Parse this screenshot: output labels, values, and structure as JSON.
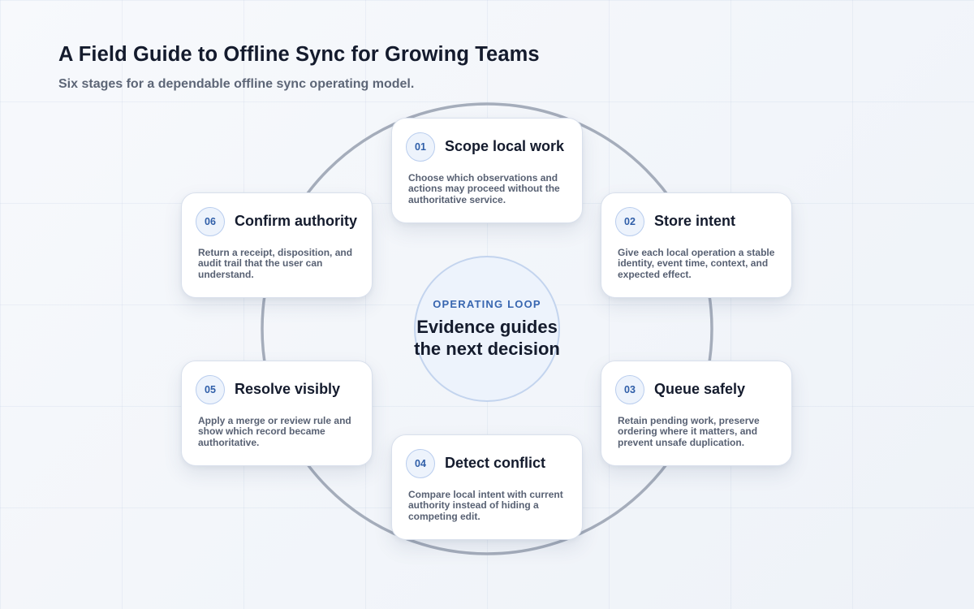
{
  "header": {
    "title": "A Field Guide to Offline Sync for Growing Teams",
    "subtitle": "Six stages for a dependable offline sync operating model."
  },
  "center": {
    "kicker": "OPERATING LOOP",
    "text": "Evidence guides the next decision"
  },
  "stages": [
    {
      "number": "01",
      "title": "Scope local work",
      "body": "Choose which observations and actions may proceed without the authoritative service."
    },
    {
      "number": "02",
      "title": "Store intent",
      "body": "Give each local operation a stable identity, event time, context, and expected effect."
    },
    {
      "number": "03",
      "title": "Queue safely",
      "body": "Retain pending work, preserve ordering where it matters, and prevent unsafe duplication."
    },
    {
      "number": "04",
      "title": "Detect conflict",
      "body": "Compare local intent with current authority instead of hiding a competing edit."
    },
    {
      "number": "05",
      "title": "Resolve visibly",
      "body": "Apply a merge or review rule and show which record became authoritative."
    },
    {
      "number": "06",
      "title": "Confirm authority",
      "body": "Return a receipt, disposition, and audit trail that the user can understand."
    }
  ],
  "colors": {
    "accent": "#3866b0",
    "ring": "#a5adbb",
    "card_border": "#d9e0ec"
  }
}
